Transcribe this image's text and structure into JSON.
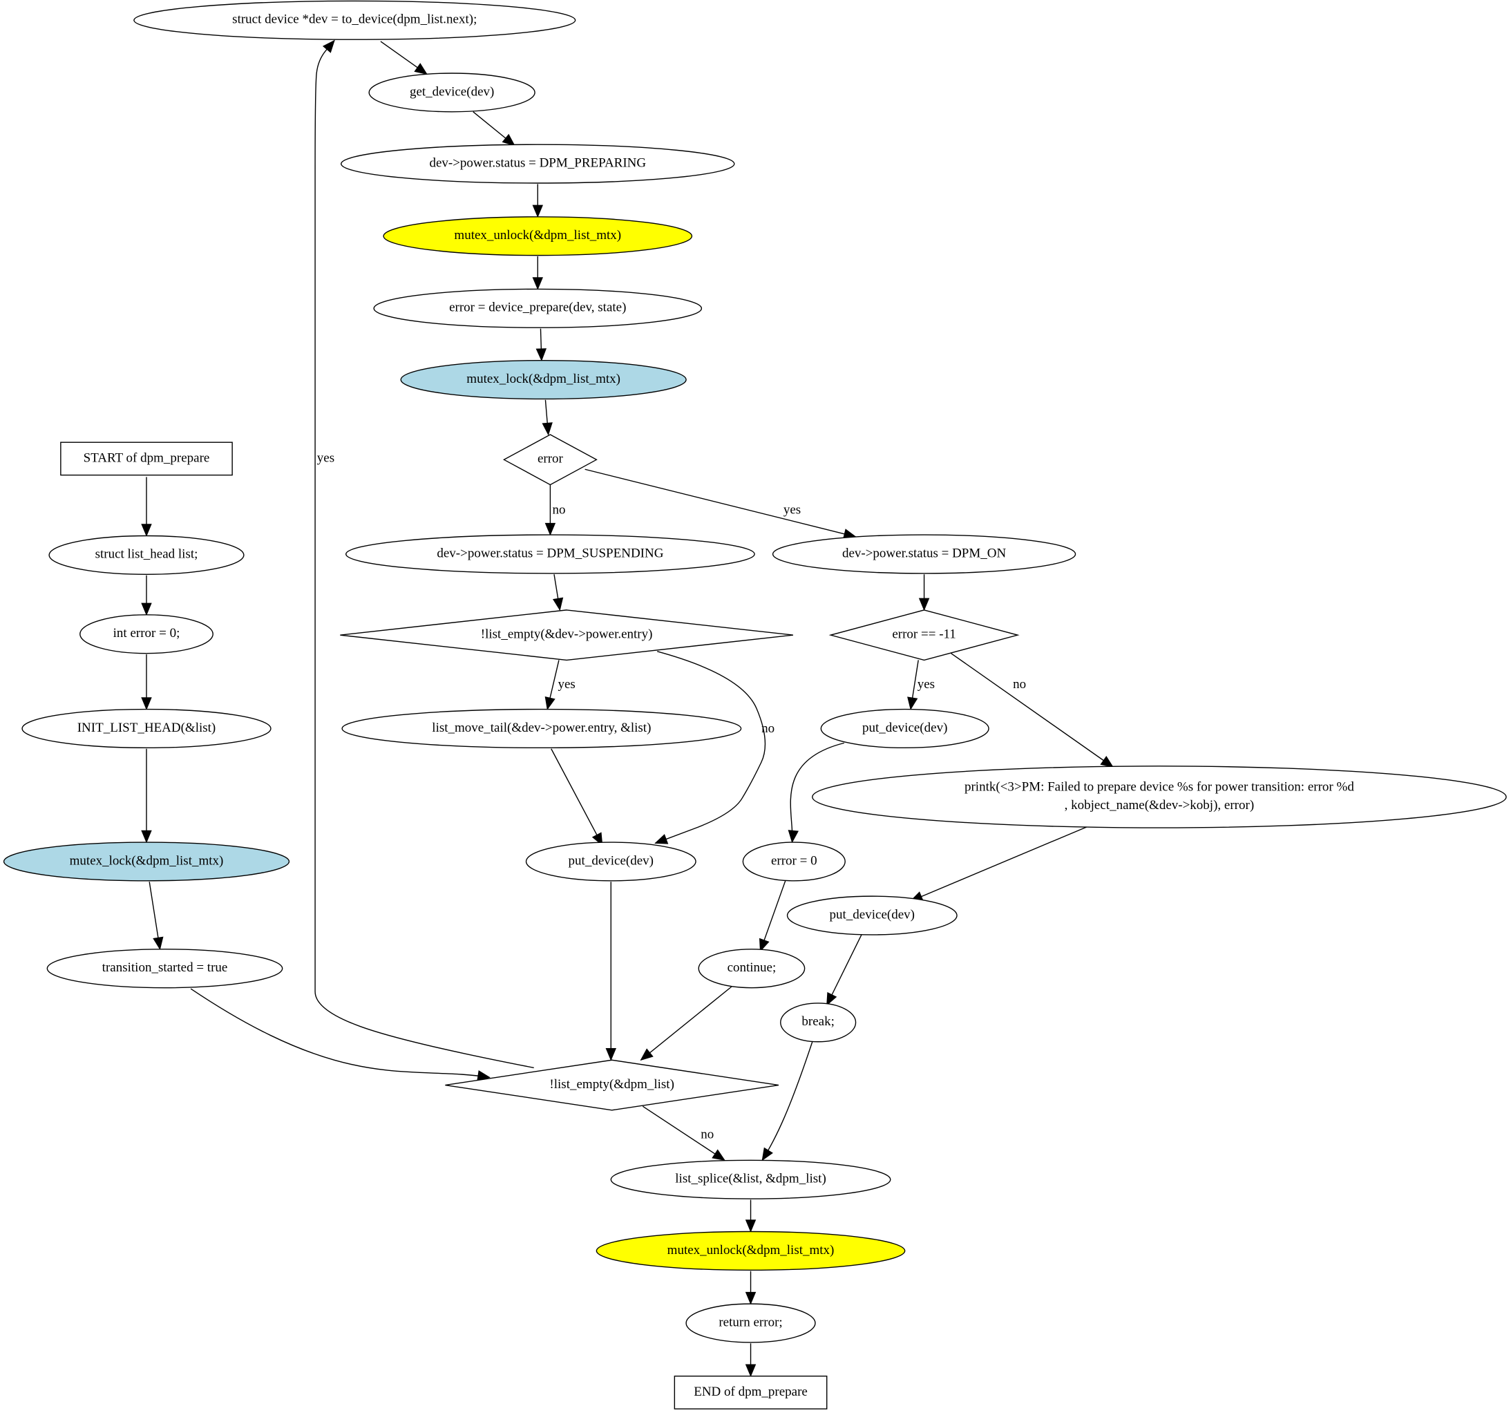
{
  "colors": {
    "default_fill": "#ffffff",
    "lock_fill": "#add8e6",
    "unlock_fill": "#ffff00",
    "line": "#000000"
  },
  "nodes": {
    "start": {
      "lines": [
        "START of dpm_prepare"
      ],
      "shape": "box"
    },
    "decl_list": {
      "lines": [
        "struct list_head list;"
      ],
      "shape": "ellipse"
    },
    "decl_error": {
      "lines": [
        "int error = 0;"
      ],
      "shape": "ellipse"
    },
    "init_list": {
      "lines": [
        "INIT_LIST_HEAD(&list)"
      ],
      "shape": "ellipse"
    },
    "lock1": {
      "lines": [
        "mutex_lock(&dpm_list_mtx)"
      ],
      "shape": "ellipse",
      "fill": "lock"
    },
    "trans": {
      "lines": [
        "transition_started = true"
      ],
      "shape": "ellipse"
    },
    "loop_cond": {
      "lines": [
        "!list_empty(&dpm_list)"
      ],
      "shape": "diamond"
    },
    "get_dev_ptr": {
      "lines": [
        "struct device *dev = to_device(dpm_list.next);"
      ],
      "shape": "ellipse"
    },
    "get_device": {
      "lines": [
        "get_device(dev)"
      ],
      "shape": "ellipse"
    },
    "preparing": {
      "lines": [
        "dev->power.status = DPM_PREPARING"
      ],
      "shape": "ellipse"
    },
    "unlock1": {
      "lines": [
        "mutex_unlock(&dpm_list_mtx)"
      ],
      "shape": "ellipse",
      "fill": "unlock"
    },
    "dev_prepare": {
      "lines": [
        "error = device_prepare(dev, state)"
      ],
      "shape": "ellipse"
    },
    "lock2": {
      "lines": [
        "mutex_lock(&dpm_list_mtx)"
      ],
      "shape": "ellipse",
      "fill": "lock"
    },
    "err_cond": {
      "lines": [
        "error"
      ],
      "shape": "diamond"
    },
    "suspending": {
      "lines": [
        "dev->power.status = DPM_SUSPENDING"
      ],
      "shape": "ellipse"
    },
    "status_on": {
      "lines": [
        "dev->power.status = DPM_ON"
      ],
      "shape": "ellipse"
    },
    "entry_cond": {
      "lines": [
        "!list_empty(&dev->power.entry)"
      ],
      "shape": "diamond"
    },
    "eagain_cond": {
      "lines": [
        "error == -11"
      ],
      "shape": "diamond"
    },
    "move_tail": {
      "lines": [
        "list_move_tail(&dev->power.entry, &list)"
      ],
      "shape": "ellipse"
    },
    "put_a": {
      "lines": [
        "put_device(dev)"
      ],
      "shape": "ellipse"
    },
    "put_b": {
      "lines": [
        "put_device(dev)"
      ],
      "shape": "ellipse"
    },
    "printk": {
      "lines": [
        "printk(<3>PM: Failed to prepare device %s for power transition: error %d",
        ", kobject_name(&dev->kobj), error)"
      ],
      "shape": "ellipse"
    },
    "err_zero": {
      "lines": [
        "error = 0"
      ],
      "shape": "ellipse"
    },
    "put_c": {
      "lines": [
        "put_device(dev)"
      ],
      "shape": "ellipse"
    },
    "cont": {
      "lines": [
        "continue;"
      ],
      "shape": "ellipse"
    },
    "brk": {
      "lines": [
        "break;"
      ],
      "shape": "ellipse"
    },
    "splice": {
      "lines": [
        "list_splice(&list, &dpm_list)"
      ],
      "shape": "ellipse"
    },
    "unlock2": {
      "lines": [
        "mutex_unlock(&dpm_list_mtx)"
      ],
      "shape": "ellipse",
      "fill": "unlock"
    },
    "ret": {
      "lines": [
        "return error;"
      ],
      "shape": "ellipse"
    },
    "end": {
      "lines": [
        "END of dpm_prepare"
      ],
      "shape": "box"
    }
  },
  "edges": [
    {
      "id": "start-decl_list",
      "from": "start",
      "to": "decl_list",
      "label": ""
    },
    {
      "id": "decl_list-decl_error",
      "from": "decl_list",
      "to": "decl_error",
      "label": ""
    },
    {
      "id": "decl_error-init_list",
      "from": "decl_error",
      "to": "init_list",
      "label": ""
    },
    {
      "id": "init_list-lock1",
      "from": "init_list",
      "to": "lock1",
      "label": ""
    },
    {
      "id": "lock1-trans",
      "from": "lock1",
      "to": "trans",
      "label": ""
    },
    {
      "id": "trans-loop_cond",
      "from": "trans",
      "to": "loop_cond",
      "label": ""
    },
    {
      "id": "loop_cond-get_dev_ptr",
      "from": "loop_cond",
      "to": "get_dev_ptr",
      "label": "yes"
    },
    {
      "id": "loop_cond-splice",
      "from": "loop_cond",
      "to": "splice",
      "label": "no"
    },
    {
      "id": "get_dev_ptr-get_device",
      "from": "get_dev_ptr",
      "to": "get_device",
      "label": ""
    },
    {
      "id": "get_device-preparing",
      "from": "get_device",
      "to": "preparing",
      "label": ""
    },
    {
      "id": "preparing-unlock1",
      "from": "preparing",
      "to": "unlock1",
      "label": ""
    },
    {
      "id": "unlock1-dev_prepare",
      "from": "unlock1",
      "to": "dev_prepare",
      "label": ""
    },
    {
      "id": "dev_prepare-lock2",
      "from": "dev_prepare",
      "to": "lock2",
      "label": ""
    },
    {
      "id": "lock2-err_cond",
      "from": "lock2",
      "to": "err_cond",
      "label": ""
    },
    {
      "id": "err_cond-suspending",
      "from": "err_cond",
      "to": "suspending",
      "label": "no"
    },
    {
      "id": "err_cond-status_on",
      "from": "err_cond",
      "to": "status_on",
      "label": "yes"
    },
    {
      "id": "suspending-entry_cond",
      "from": "suspending",
      "to": "entry_cond",
      "label": ""
    },
    {
      "id": "entry_cond-move_tail",
      "from": "entry_cond",
      "to": "move_tail",
      "label": "yes"
    },
    {
      "id": "entry_cond-put_a",
      "from": "entry_cond",
      "to": "put_a",
      "label": "no"
    },
    {
      "id": "move_tail-put_a",
      "from": "move_tail",
      "to": "put_a",
      "label": ""
    },
    {
      "id": "put_a-loop_cond",
      "from": "put_a",
      "to": "loop_cond",
      "label": ""
    },
    {
      "id": "status_on-eagain_cond",
      "from": "status_on",
      "to": "eagain_cond",
      "label": ""
    },
    {
      "id": "eagain_cond-put_b",
      "from": "eagain_cond",
      "to": "put_b",
      "label": "yes"
    },
    {
      "id": "eagain_cond-printk",
      "from": "eagain_cond",
      "to": "printk",
      "label": "no"
    },
    {
      "id": "put_b-err_zero",
      "from": "put_b",
      "to": "err_zero",
      "label": ""
    },
    {
      "id": "err_zero-cont",
      "from": "err_zero",
      "to": "cont",
      "label": ""
    },
    {
      "id": "cont-loop_cond",
      "from": "cont",
      "to": "loop_cond",
      "label": ""
    },
    {
      "id": "printk-put_c",
      "from": "printk",
      "to": "put_c",
      "label": ""
    },
    {
      "id": "put_c-brk",
      "from": "put_c",
      "to": "brk",
      "label": ""
    },
    {
      "id": "brk-splice",
      "from": "brk",
      "to": "splice",
      "label": ""
    },
    {
      "id": "splice-unlock2",
      "from": "splice",
      "to": "unlock2",
      "label": ""
    },
    {
      "id": "unlock2-ret",
      "from": "unlock2",
      "to": "ret",
      "label": ""
    },
    {
      "id": "ret-end",
      "from": "ret",
      "to": "end",
      "label": ""
    }
  ]
}
